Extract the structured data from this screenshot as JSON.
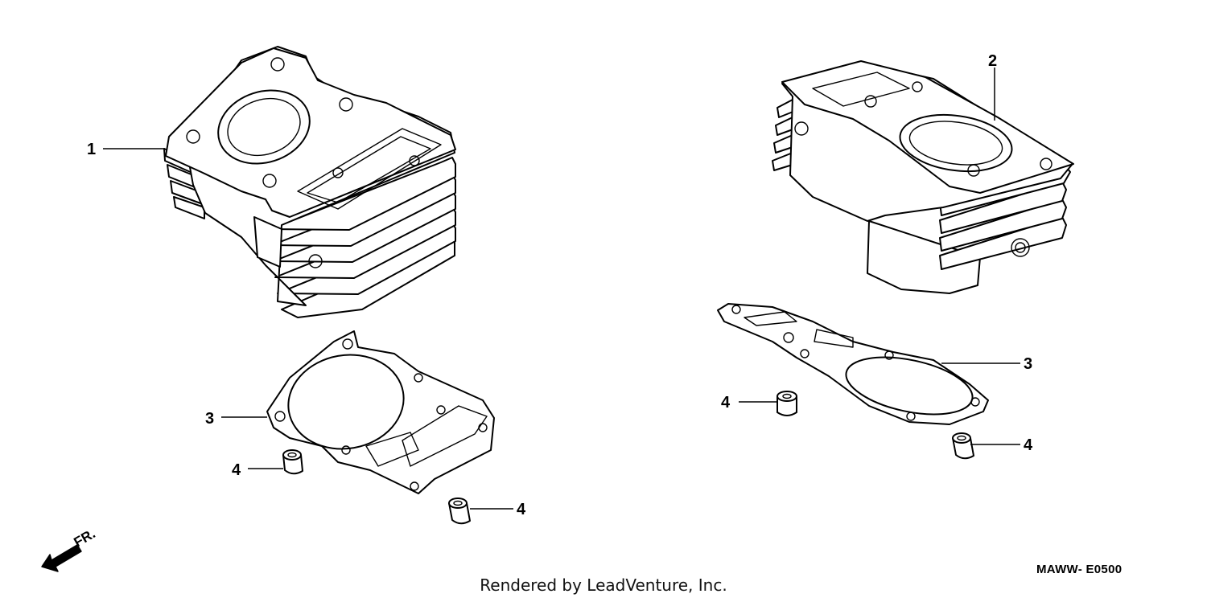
{
  "diagram": {
    "callouts": {
      "c1": "1",
      "c2": "2",
      "c3_left": "3",
      "c3_right": "3",
      "c4_left_a": "4",
      "c4_left_b": "4",
      "c4_right_a": "4",
      "c4_right_b": "4"
    },
    "direction_label": "FR.",
    "part_code": "MAWW- E0500",
    "footer": "Rendered by LeadVenture, Inc."
  }
}
